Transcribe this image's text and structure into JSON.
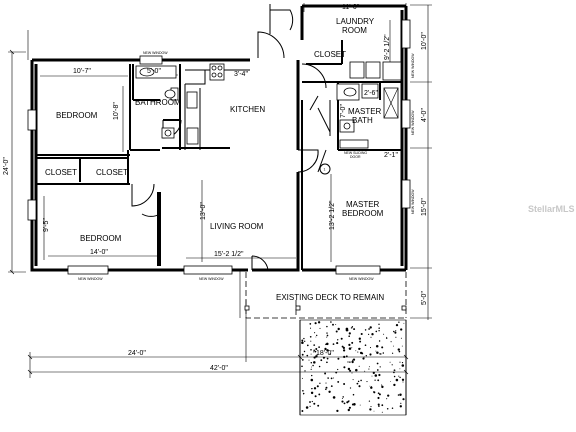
{
  "rooms": {
    "bedroom_1": "BEDROOM",
    "bedroom_2": "BEDROOM",
    "bathroom": "BATHROOM",
    "kitchen": "KITCHEN",
    "living_room": "LIVING ROOM",
    "closet_1": "CLOSET",
    "closet_2": "CLOSET",
    "closet_3": "CLOSET",
    "laundry_line1": "LAUNDRY",
    "laundry_line2": "ROOM",
    "master_bath_line1": "MASTER",
    "master_bath_line2": "BATH",
    "master_bedroom_line1": "MASTER",
    "master_bedroom_line2": "BEDROOM",
    "deck": "EXISTING DECK TO REMAIN"
  },
  "dimensions": {
    "bedroom1_width": "10'-7\"",
    "bedroom1_depth": "10'-8\"",
    "bath_width": "5'-0\"",
    "kitchen_a": "3'-4\"",
    "laundry_width": "11'-0\"",
    "laundry_depth": "9'-2 1/2\"",
    "mbath_a": "7'-0\"",
    "mbath_b": "2'-6\"",
    "mbath_c": "2'-1\"",
    "mbed_depth": "13'-2 1/2\"",
    "living_depth": "13'-0\"",
    "living_width": "15'-2 1/2\"",
    "bedroom2_width": "14'-0\"",
    "bedroom2_depth": "9'-5\"",
    "left_total": "24'-0\"",
    "right_10": "10'-0\"",
    "right_4": "4'-0\"",
    "right_15": "15'-0\"",
    "right_5": "5'-0\"",
    "bottom_24": "24'-0\"",
    "bottom_18": "18'-0\"",
    "bottom_42": "42'-0\""
  },
  "notes": {
    "window": "NEW WINDOW",
    "sliding_door_line1": "NEW SLIDING",
    "sliding_door_line2": "DOOR",
    "marker": "1"
  },
  "watermark": "StellarMLS"
}
